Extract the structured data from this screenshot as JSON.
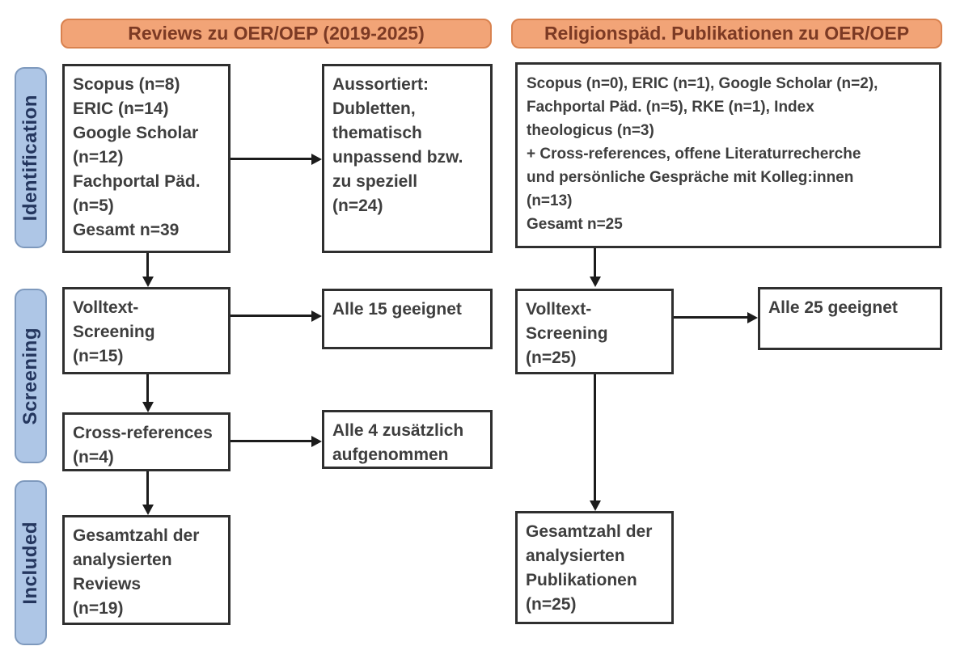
{
  "headers": {
    "left": "Reviews zu OER/OEP (2019-2025)",
    "right": "Religionspäd. Publikationen zu OER/OEP"
  },
  "stages": {
    "identification": "Identification",
    "screening": "Screening",
    "included": "Included"
  },
  "boxes": {
    "left_identification": "Scopus (n=8)\nERIC (n=14)\nGoogle Scholar\n(n=12)\nFachportal Päd.\n(n=5)\nGesamt n=39",
    "left_excluded": "Aussortiert:\nDubletten,\nthematisch\nunpassend bzw.\nzu speziell\n(n=24)",
    "right_identification": "Scopus (n=0), ERIC (n=1), Google Scholar (n=2),\nFachportal Päd. (n=5), RKE (n=1), Index\ntheologicus (n=3)\n+ Cross-references, offene Literaturrecherche\nund persönliche Gespräche mit Kolleg:innen\n(n=13)\nGesamt n=25",
    "left_fulltext": "Volltext-\nScreening\n(n=15)",
    "left_fulltext_result": "Alle 15 geeignet",
    "left_crossref": "Cross-references\n(n=4)",
    "left_crossref_result": "Alle 4 zusätzlich\naufgenommen",
    "right_fulltext": "Volltext-\nScreening\n(n=25)",
    "right_fulltext_result": "Alle 25 geeignet",
    "left_included": "Gesamtzahl der\nanalysierten\nReviews\n(n=19)",
    "right_included": "Gesamtzahl der\nanalysierten\nPublikationen\n(n=25)"
  },
  "colors": {
    "header_fill": "#F2A477",
    "header_border": "#D9824F",
    "header_text": "#7C3A24",
    "stage_fill": "#AEC6E6",
    "stage_border": "#7E99BD",
    "stage_text": "#24365E",
    "box_border": "#2F2F2F",
    "box_text": "#3E3E3E",
    "arrow": "#1C1C1C"
  }
}
